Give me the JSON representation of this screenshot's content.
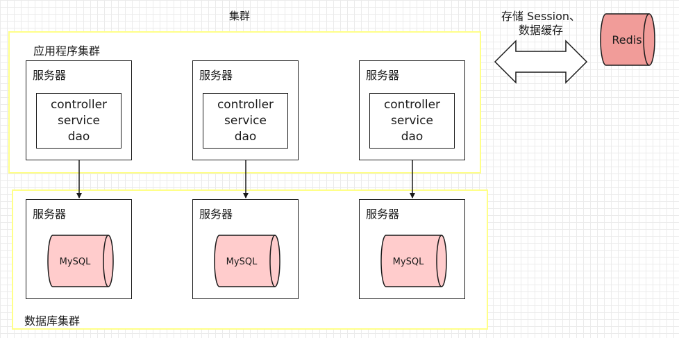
{
  "top_label": "集群",
  "app_cluster": {
    "label": "应用程序集群",
    "servers": [
      {
        "label": "服务器",
        "lines": [
          "controller",
          "service",
          "dao"
        ]
      },
      {
        "label": "服务器",
        "lines": [
          "controller",
          "service",
          "dao"
        ]
      },
      {
        "label": "服务器",
        "lines": [
          "controller",
          "service",
          "dao"
        ]
      }
    ]
  },
  "db_cluster": {
    "label": "数据库集群",
    "servers": [
      {
        "label": "服务器",
        "db": "MySQL"
      },
      {
        "label": "服务器",
        "db": "MySQL"
      },
      {
        "label": "服务器",
        "db": "MySQL"
      }
    ]
  },
  "link": {
    "line1": "存储 Session、",
    "line2": "数据缓存"
  },
  "redis": {
    "label": "Redis"
  },
  "colors": {
    "cluster_border": "#ffff88",
    "db_fill": "#ffcccc",
    "redis_fill": "#f19c99",
    "stroke": "#1a1a1a"
  }
}
